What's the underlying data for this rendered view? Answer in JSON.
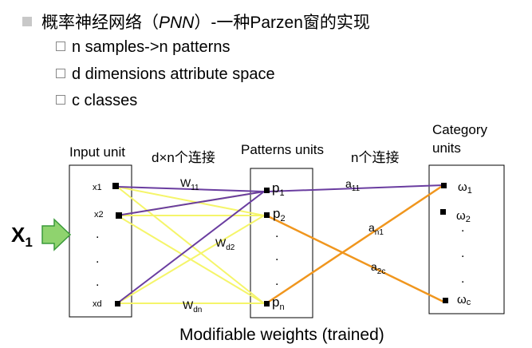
{
  "heading": {
    "prefix": "概率神经网络（",
    "italic": "PNN",
    "suffix": "）-一种Parzen窗的实现"
  },
  "bullets": [
    "n samples->n patterns",
    "d dimensions attribute space",
    "c classes"
  ],
  "columns": {
    "input": "Input unit",
    "dxn": "d×n个连接",
    "patterns": "Patterns units",
    "n_conn": "n个连接",
    "category_line1": "Category",
    "category_line2": "units"
  },
  "input_label": {
    "main": "X",
    "sub": "1"
  },
  "input_nodes": [
    "x1",
    "x2",
    "xd"
  ],
  "pattern_nodes": [
    {
      "main": "p",
      "sub": "1"
    },
    {
      "main": "p",
      "sub": "2"
    },
    {
      "main": "p",
      "sub": "n"
    }
  ],
  "category_nodes": [
    {
      "main": "ω",
      "sub": "1"
    },
    {
      "main": "ω",
      "sub": "2"
    },
    {
      "main": "ω",
      "sub": "c"
    }
  ],
  "weights": [
    {
      "main": "W",
      "sub": "11"
    },
    {
      "main": "W",
      "sub": "d2"
    },
    {
      "main": "W",
      "sub": "dn"
    }
  ],
  "a_labels": [
    {
      "main": "a",
      "sub": "11"
    },
    {
      "main": "a",
      "sub": "n1"
    },
    {
      "main": "a",
      "sub": "2c"
    }
  ],
  "ellipsis": ".",
  "footer": "Modifiable weights (trained)",
  "colors": {
    "yellow_line": "#f5f56a",
    "purple_line": "#6a3da0",
    "orange_line": "#f0961e",
    "arrow_fill": "#8fd36e",
    "arrow_stroke": "#3a9a3a",
    "bullet": "#c8c8c8"
  }
}
